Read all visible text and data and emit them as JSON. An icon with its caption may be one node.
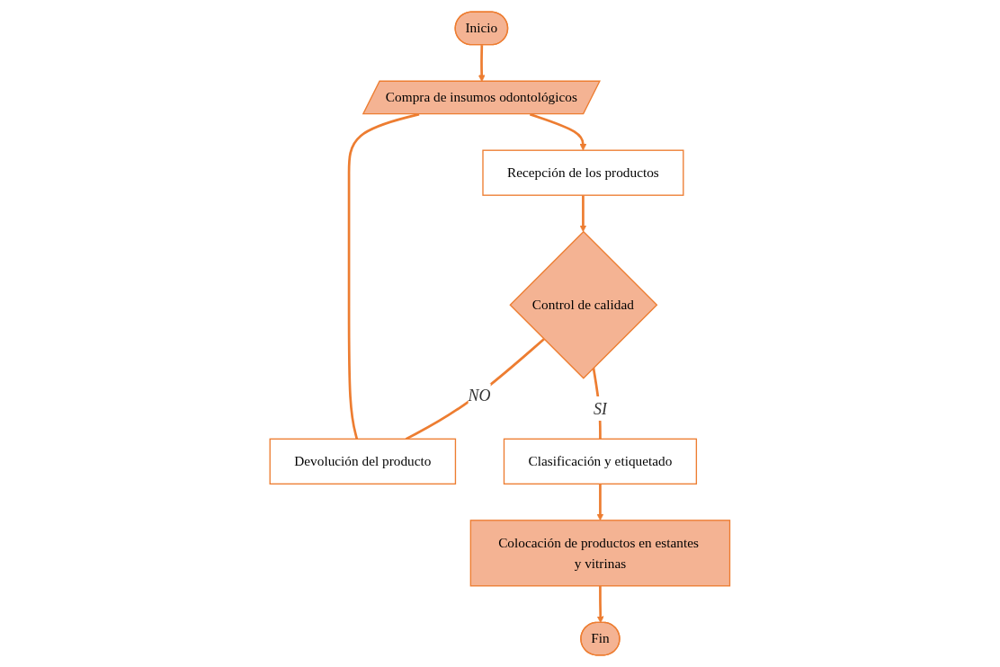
{
  "diagram": {
    "nodes": [
      {
        "text": [
          "Inicio"
        ]
      },
      {
        "text": [
          "Compra de insumos odontológicos"
        ]
      },
      {
        "text": [
          "Recepción de los productos"
        ]
      },
      {
        "text": [
          "Control de calidad"
        ]
      },
      {
        "text": [
          "Devolución del producto"
        ]
      },
      {
        "text": [
          "Clasificación y etiquetado"
        ]
      },
      {
        "text": [
          "Colocación de productos en estantes y vitrinas"
        ]
      },
      {
        "text": [
          "Fin"
        ]
      }
    ],
    "edges": [
      {
        "from": 0,
        "to": 1,
        "arrow": "to"
      },
      {
        "from": 1,
        "to": 2,
        "arrow": "to"
      },
      {
        "from": 2,
        "to": 3,
        "arrow": "to"
      },
      {
        "from": 3,
        "to": 4,
        "arrow": "none",
        "label": "NO"
      },
      {
        "from": 4,
        "to": 1,
        "arrow": "none"
      },
      {
        "from": 3,
        "to": 5,
        "arrow": "none",
        "label": "SI"
      },
      {
        "from": 5,
        "to": 6,
        "arrow": "to"
      },
      {
        "from": 6,
        "to": 7,
        "arrow": "to"
      }
    ]
  }
}
